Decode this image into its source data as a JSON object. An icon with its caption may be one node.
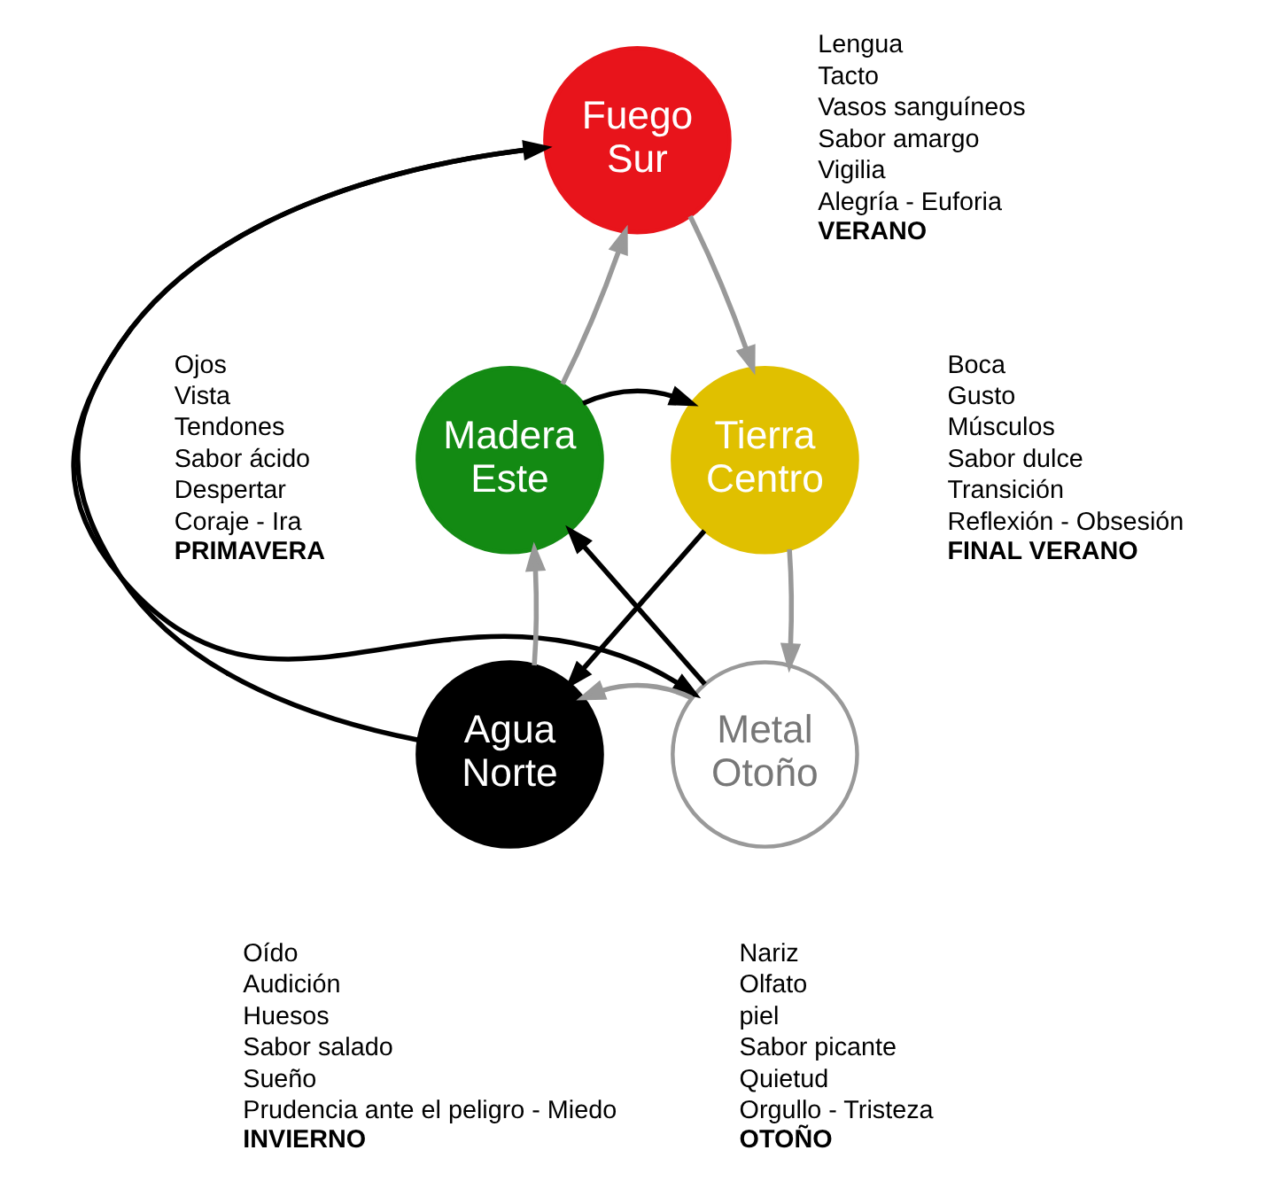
{
  "diagram": {
    "nodes": [
      {
        "text": [
          "Fuego",
          "Sur"
        ],
        "beside": [
          "Lengua",
          "Tacto",
          "Vasos sanguíneos",
          "Sabor amargo",
          "Vigilia",
          "Alegría - Euforia",
          "VERANO"
        ]
      },
      {
        "text": [
          "Madera",
          "Este"
        ],
        "beside": [
          "Ojos",
          "Vista",
          "Tendones",
          "Sabor ácido",
          "Despertar",
          "Coraje - Ira",
          "PRIMAVERA"
        ]
      },
      {
        "text": [
          "Tierra",
          "Centro"
        ],
        "beside": [
          "Boca",
          "Gusto",
          "Músculos",
          "Sabor dulce",
          "Transición",
          "Reflexión - Obsesión",
          "FINAL VERANO"
        ]
      },
      {
        "text": [
          "Agua",
          "Norte"
        ],
        "beside": [
          "Oído",
          "Audición",
          "Huesos",
          "Sabor salado",
          "Sueño",
          "Prudencia ante el peligro - Miedo",
          "INVIERNO"
        ]
      },
      {
        "text": [
          "Metal",
          "Otoño"
        ],
        "beside": [
          "Nariz",
          "Olfato",
          "piel",
          "Sabor picante",
          "Quietud",
          "Orgullo - Tristeza",
          "OTOÑO"
        ]
      }
    ],
    "edges": [
      {
        "from": 0,
        "to": 2,
        "arrow": "to",
        "color": "#999999"
      },
      {
        "from": 2,
        "to": 4,
        "arrow": "to",
        "color": "#999999"
      },
      {
        "from": 4,
        "to": 3,
        "arrow": "to",
        "color": "#999999"
      },
      {
        "from": 3,
        "to": 1,
        "arrow": "to",
        "color": "#999999"
      },
      {
        "from": 1,
        "to": 0,
        "arrow": "to",
        "color": "#999999"
      },
      {
        "from": 0,
        "to": 4,
        "arrow": "to",
        "color": "#000000"
      },
      {
        "from": 4,
        "to": 1,
        "arrow": "to",
        "color": "#000000"
      },
      {
        "from": 1,
        "to": 2,
        "arrow": "to",
        "color": "#000000"
      },
      {
        "from": 2,
        "to": 3,
        "arrow": "to",
        "color": "#000000"
      },
      {
        "from": 3,
        "to": 0,
        "arrow": "to",
        "color": "#000000"
      }
    ]
  }
}
